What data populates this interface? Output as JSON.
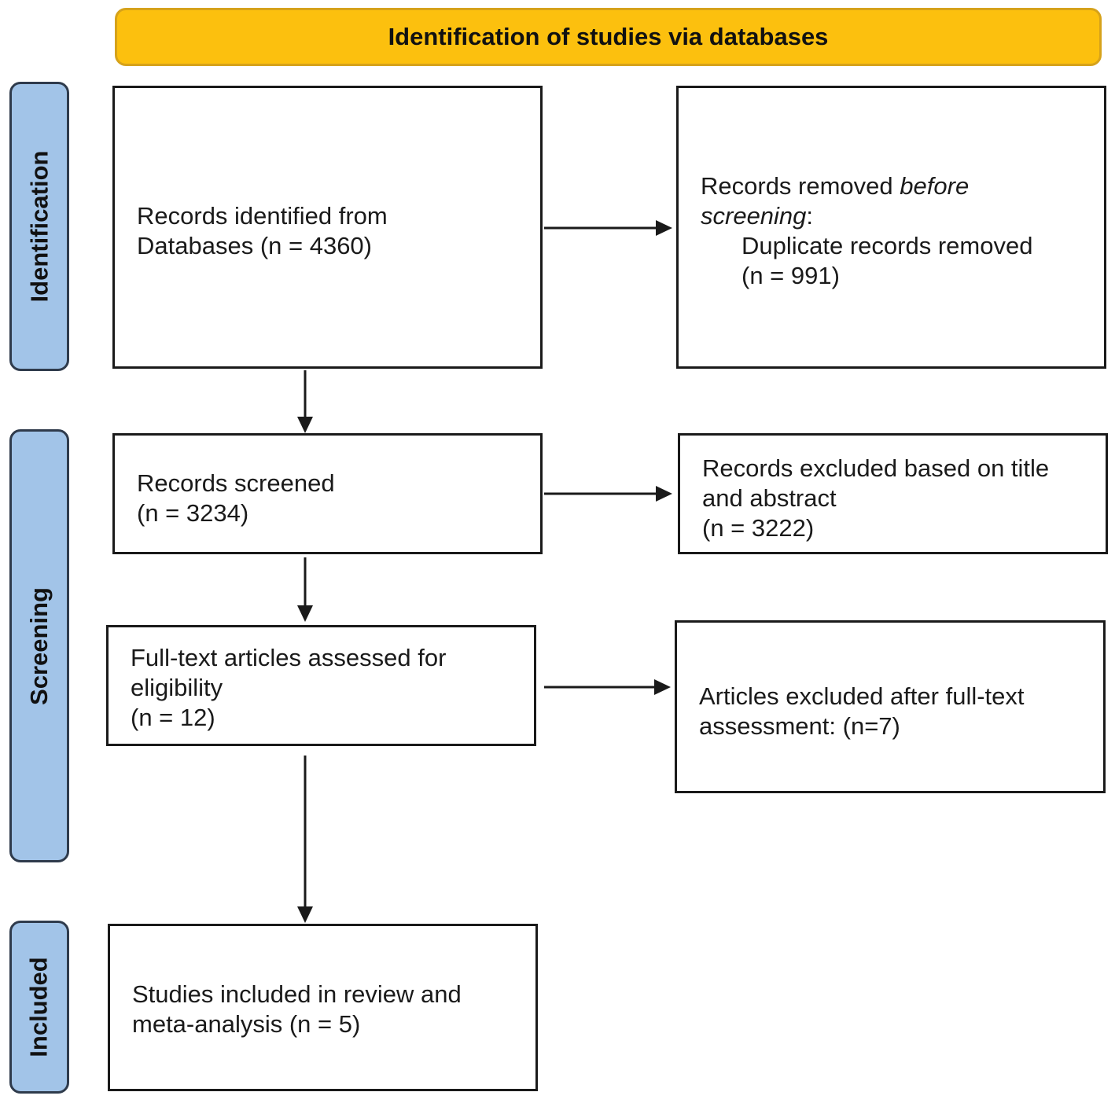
{
  "header": {
    "title": "Identification of studies via databases"
  },
  "phases": {
    "identification": "Identification",
    "screening": "Screening",
    "included": "Included"
  },
  "boxes": {
    "records_identified": {
      "line1": "Records identified from",
      "line2": "Databases (n = 4360)"
    },
    "records_removed": {
      "prefix": "Records removed ",
      "italic1": "before",
      "italic2": "screening",
      "colon": ":",
      "detail1": "Duplicate records removed",
      "detail2": "(n = 991)"
    },
    "records_screened": {
      "line1": "Records screened",
      "line2": "(n = 3234)"
    },
    "records_excluded": {
      "line1": "Records excluded based on title",
      "line2": "and abstract",
      "line3": "(n = 3222)"
    },
    "fulltext_assessed": {
      "line1": "Full-text articles assessed for",
      "line2": "eligibility",
      "line3": "(n = 12)"
    },
    "articles_excluded": {
      "line1": "Articles excluded after full-text",
      "line2": "assessment: (n=7)"
    },
    "studies_included": {
      "line1": "Studies included in review and",
      "line2": "meta-analysis (n = 5)"
    }
  },
  "colors": {
    "header_fill": "#fcc00e",
    "phase_fill": "#a2c4e8",
    "line": "#1a1a1a"
  }
}
